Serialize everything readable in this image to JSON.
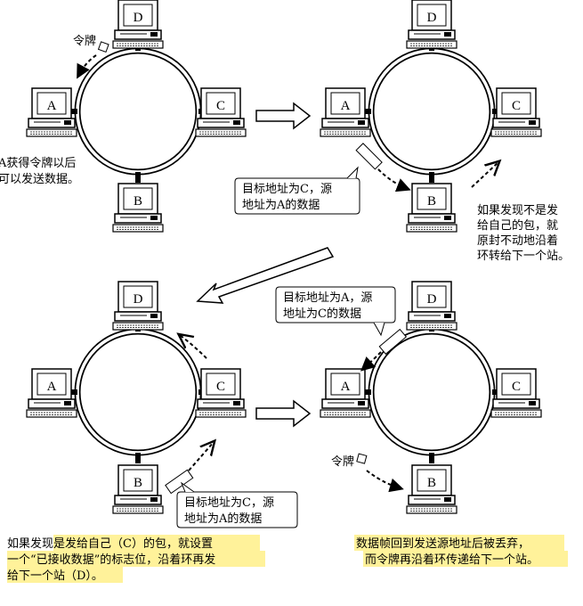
{
  "nodes": {
    "a": "A",
    "b": "B",
    "c": "C",
    "d": "D"
  },
  "panel1": {
    "token_label": "令牌",
    "note_line1": "A获得令牌以后",
    "note_line2": "可以发送数据。"
  },
  "panel2": {
    "callout_line1": "目标地址为C，源",
    "callout_line2": "地址为A的数据",
    "note_line1": "如果发现不是发",
    "note_line2": "给自己的包，就",
    "note_line3": "原封不动地沿着",
    "note_line4": "环转给下一个站。"
  },
  "panel3": {
    "callout_line1": "目标地址为C，源",
    "callout_line2": "地址为A的数据",
    "note_line1": "如果发现是发给自己（C）的包，就设置",
    "note_line2": "一个“已接收数据”的标志位，沿着环再发",
    "note_line3": "给下一个站（D）。"
  },
  "panel4": {
    "callout_line1": "目标地址为A，源",
    "callout_line2": "地址为C的数据",
    "token_label": "令牌",
    "note_line1": "数据帧回到发送源地址后被丢弃，",
    "note_line2": "而令牌再沿着环传递给下一个站。"
  },
  "colors": {
    "highlight": "#fff29a",
    "ink": "#000000"
  }
}
